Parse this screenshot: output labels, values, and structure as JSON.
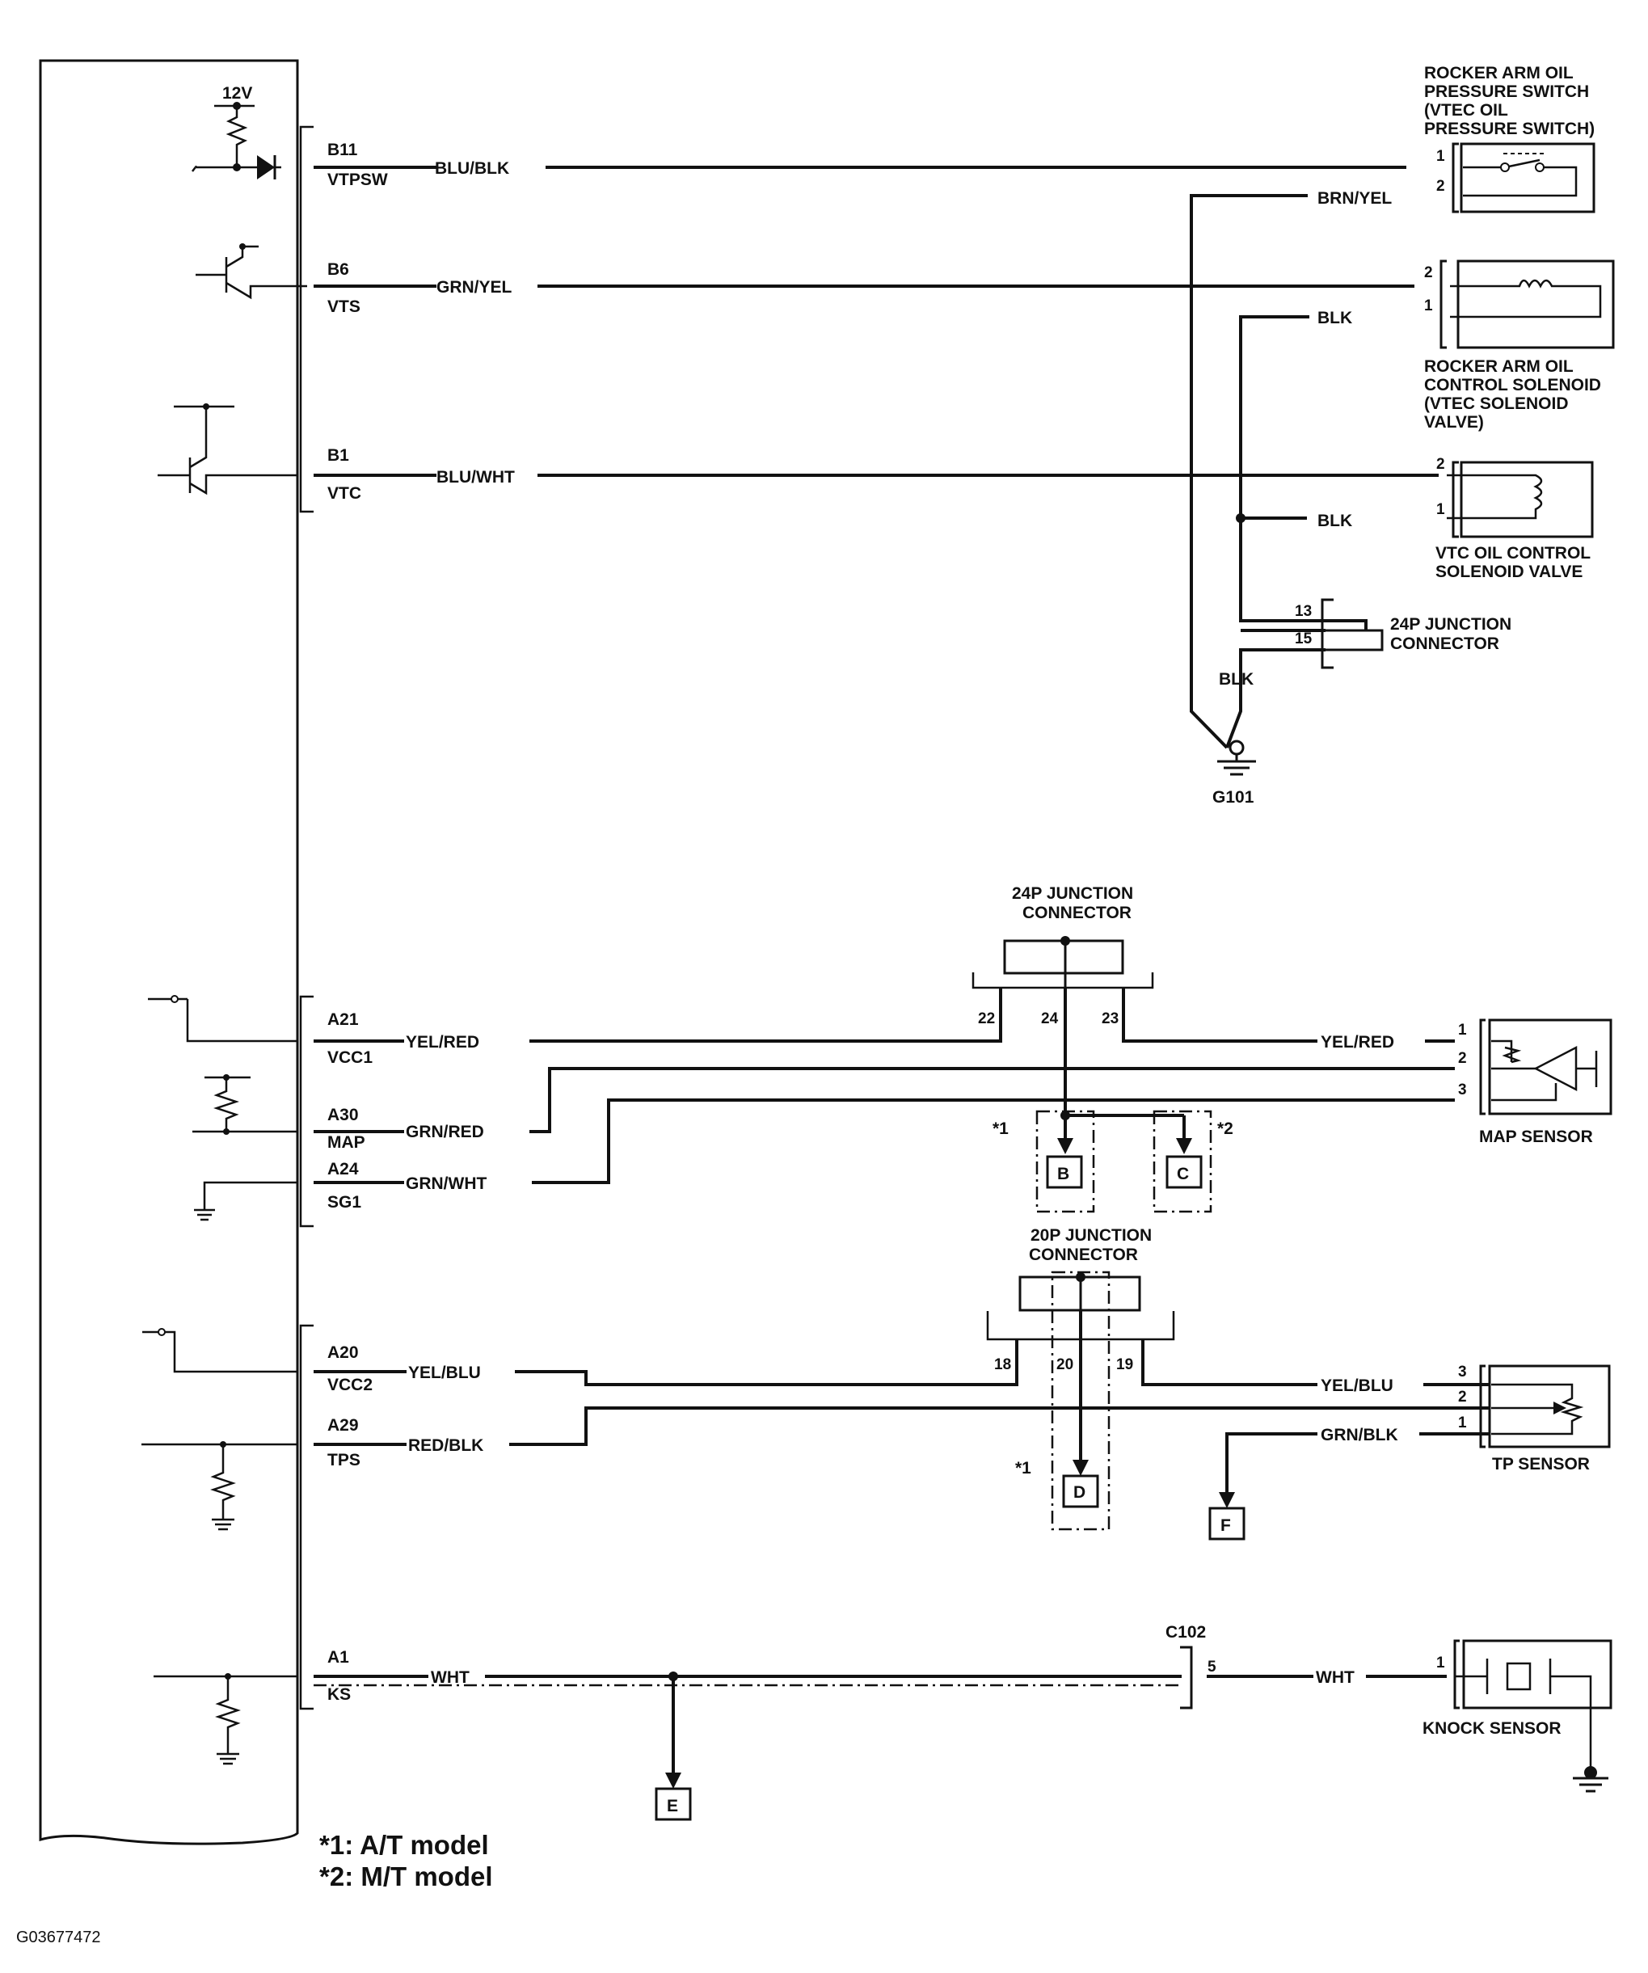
{
  "ecm": {
    "power_label": "12V",
    "pins": [
      {
        "id": "B11",
        "name": "VTPSW"
      },
      {
        "id": "B6",
        "name": "VTS"
      },
      {
        "id": "B1",
        "name": "VTC"
      },
      {
        "id": "A21",
        "name": "VCC1"
      },
      {
        "id": "A30",
        "name": "MAP"
      },
      {
        "id": "A24",
        "name": "SG1"
      },
      {
        "id": "A20",
        "name": "VCC2"
      },
      {
        "id": "A29",
        "name": "TPS"
      },
      {
        "id": "A1",
        "name": "KS"
      }
    ]
  },
  "wires": {
    "blu_blk": "BLU/BLK",
    "brn_yel": "BRN/YEL",
    "grn_yel": "GRN/YEL",
    "blk_a": "BLK",
    "blu_wht": "BLU/WHT",
    "blk_b": "BLK",
    "blk_c": "BLK",
    "yel_red_a": "YEL/RED",
    "yel_red_b": "YEL/RED",
    "grn_red": "GRN/RED",
    "grn_wht": "GRN/WHT",
    "yel_blu_a": "YEL/BLU",
    "yel_blu_b": "YEL/BLU",
    "red_blk": "RED/BLK",
    "grn_blk": "GRN/BLK",
    "wht_a": "WHT",
    "wht_b": "WHT"
  },
  "components": {
    "rocker_switch": [
      "ROCKER ARM OIL",
      "PRESSURE SWITCH",
      "(VTEC OIL",
      "PRESSURE SWITCH)"
    ],
    "rocker_solenoid": [
      "ROCKER ARM OIL",
      "CONTROL SOLENOID",
      "(VTEC SOLENOID",
      "VALVE)"
    ],
    "vtc_valve": [
      "VTC OIL CONTROL",
      "SOLENOID VALVE"
    ],
    "jc24_top": [
      "24P JUNCTION",
      "CONNECTOR"
    ],
    "ground": "G101",
    "jc24_mid": [
      "24P JUNCTION",
      "CONNECTOR"
    ],
    "map_sensor": "MAP SENSOR",
    "jc20": [
      "20P JUNCTION",
      "CONNECTOR"
    ],
    "tp_sensor": "TP SENSOR",
    "c102": "C102",
    "knock_sensor": "KNOCK SENSOR"
  },
  "pin_numbers": {
    "sw_1": "1",
    "sw_2": "2",
    "sol_2": "2",
    "sol_1": "1",
    "vtc_2": "2",
    "vtc_1": "1",
    "jc_13": "13",
    "jc_15": "15",
    "jc24_22": "22",
    "jc24_24": "24",
    "jc24_23": "23",
    "map_1": "1",
    "map_2": "2",
    "map_3": "3",
    "jc20_18": "18",
    "jc20_20": "20",
    "jc20_19": "19",
    "tp_3": "3",
    "tp_2": "2",
    "tp_1": "1",
    "c102_5": "5",
    "ks_1": "1"
  },
  "refs": {
    "b": "B",
    "c": "C",
    "d": "D",
    "e": "E",
    "f": "F",
    "star1_a": "*1",
    "star2": "*2",
    "star1_b": "*1"
  },
  "notes": [
    "*1: A/T model",
    "*2: M/T model"
  ],
  "figure_code": "G03677472"
}
